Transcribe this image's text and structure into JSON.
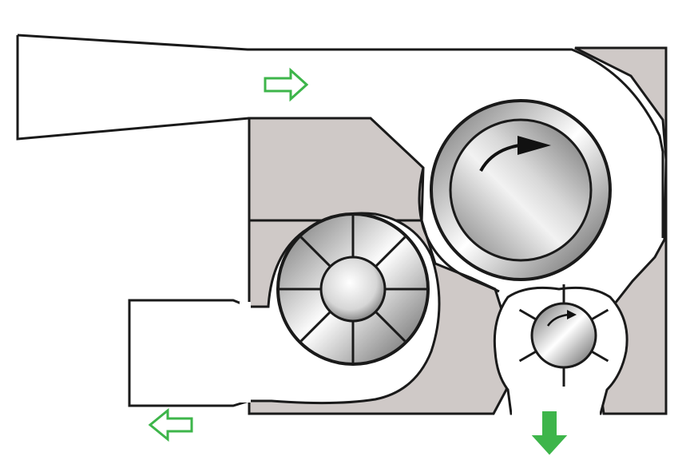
{
  "colors": {
    "background": "#ffffff",
    "housing": "#cfc9c7",
    "outline": "#1a1a1a",
    "flow_arrow": "#3db54a",
    "channel": "#ffffff"
  },
  "icons": {
    "inlet": "hollow-right-arrow",
    "outlet": "hollow-left-arrow",
    "discharge": "solid-down-arrow",
    "rotation": "curved-arrow"
  },
  "components": {
    "main_rotor_spokes": 8,
    "small_rotor_blades": 6
  }
}
